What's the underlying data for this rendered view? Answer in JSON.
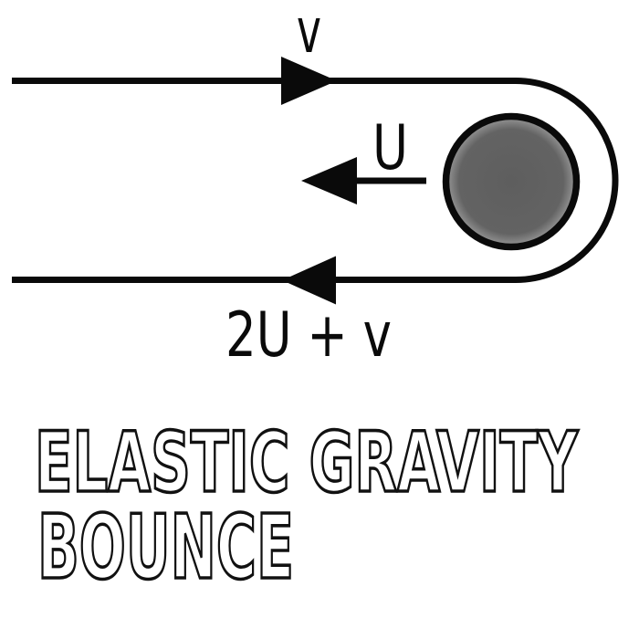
{
  "background": "#ffffff",
  "diagram": {
    "labels": {
      "incoming_velocity": "v",
      "planet_velocity": "U",
      "outgoing_velocity": "2U + v"
    },
    "colors": {
      "line": "#0a0a0a",
      "arrow_fill": "#0a0a0a",
      "label_text": "#0a0a0a",
      "planet_center": "#5e5e5e",
      "planet_mid": "#636363",
      "planet_edge": "#9a9a9a",
      "planet_stroke": "#0a0a0a"
    }
  },
  "title": {
    "line1": "ELASTIC GRAVITY",
    "line2": "BOUNCE",
    "outline_color": "#111111",
    "fill_color": "#ffffff"
  }
}
